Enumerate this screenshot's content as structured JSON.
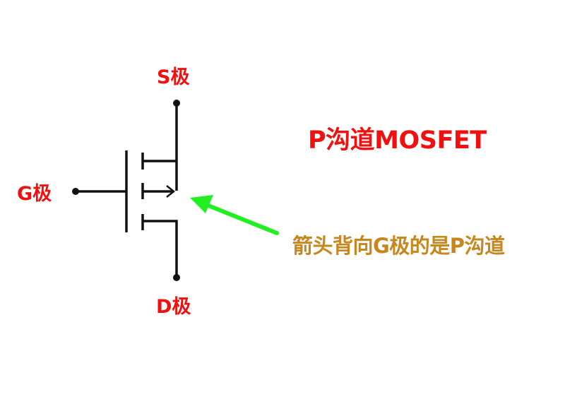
{
  "labels": {
    "source": "S极",
    "gate": "G极",
    "drain": "D极"
  },
  "title": "P沟道MOSFET",
  "annotation": "箭头背向G极的是P沟道",
  "colors": {
    "label_red": "#f01010",
    "annotation": "#c8861e",
    "pointer_arrow": "#22ee22",
    "wire": "#111111"
  }
}
